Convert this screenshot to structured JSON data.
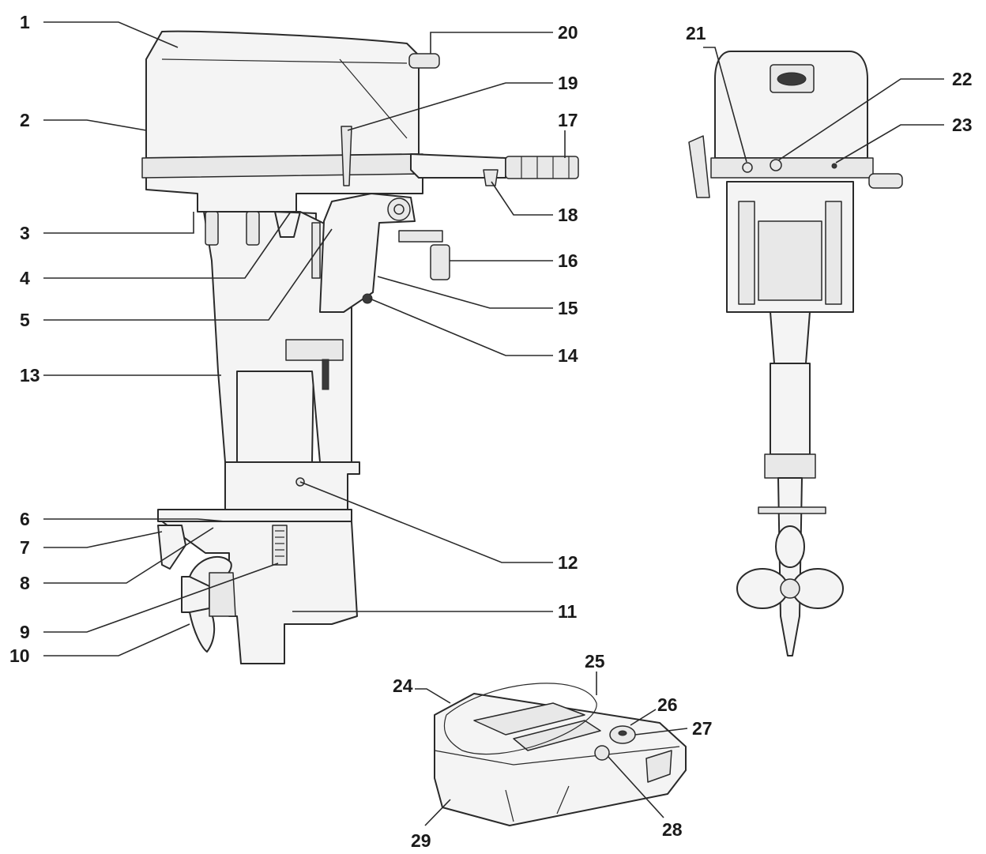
{
  "callouts": [
    {
      "n": "1"
    },
    {
      "n": "2"
    },
    {
      "n": "3"
    },
    {
      "n": "4"
    },
    {
      "n": "5"
    },
    {
      "n": "6"
    },
    {
      "n": "7"
    },
    {
      "n": "8"
    },
    {
      "n": "9"
    },
    {
      "n": "10"
    },
    {
      "n": "11"
    },
    {
      "n": "12"
    },
    {
      "n": "13"
    },
    {
      "n": "14"
    },
    {
      "n": "15"
    },
    {
      "n": "16"
    },
    {
      "n": "17"
    },
    {
      "n": "18"
    },
    {
      "n": "19"
    },
    {
      "n": "20"
    },
    {
      "n": "21"
    },
    {
      "n": "22"
    },
    {
      "n": "23"
    },
    {
      "n": "24"
    },
    {
      "n": "25"
    },
    {
      "n": "26"
    },
    {
      "n": "27"
    },
    {
      "n": "28"
    },
    {
      "n": "29"
    }
  ]
}
